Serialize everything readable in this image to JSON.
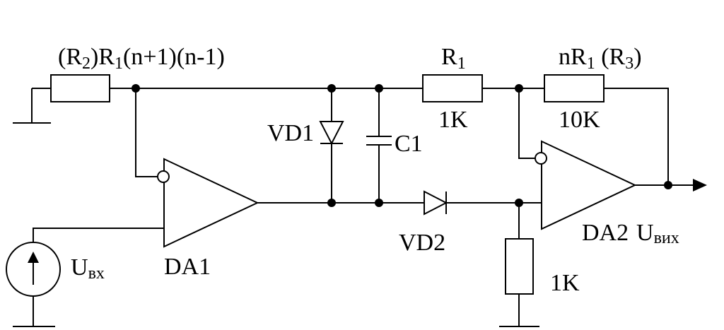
{
  "labels": {
    "r2_prefix": "(R",
    "r2_sub": "2",
    "r2_mid": ")R",
    "r1_sub": "1",
    "r2_suffix": "(n+1)(n-1)",
    "r1_name": "R",
    "r1_name_sub": "1",
    "r1_value": "1K",
    "nr1_prefix": "nR",
    "nr1_sub": "1",
    "nr1_paren": " (R",
    "r3_sub": "3",
    "nr1_close": ")",
    "nr1_value": "10K",
    "vd1": "VD1",
    "c1": "C1",
    "vd2": "VD2",
    "da1": "DA1",
    "da2": "DA2",
    "u_in": "U",
    "u_in_sub": "вх",
    "u_out": "U",
    "u_out_sub": "вих",
    "r_bottom_value": "1K"
  }
}
